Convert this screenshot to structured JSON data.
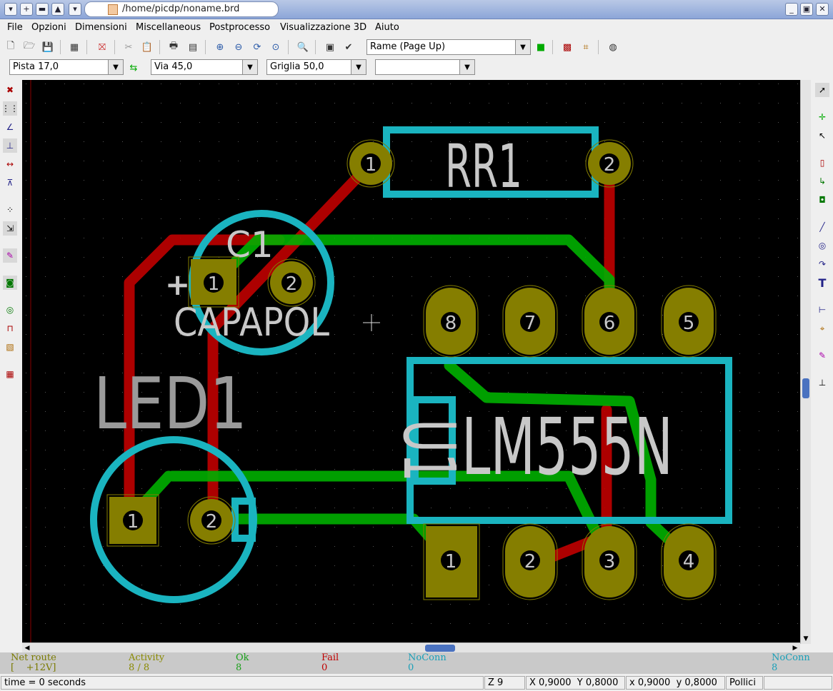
{
  "window": {
    "title": "/home/picdp/noname.brd"
  },
  "menu": [
    "File",
    "Opzioni",
    "Dimensioni",
    "Miscellaneous",
    "Postprocesso",
    "Visualizzazione 3D",
    "Aiuto"
  ],
  "toolbar": {
    "layer_select": "Rame (Page Up)"
  },
  "options_bar": {
    "track_width": "Pista 17,0",
    "via_size": "Via 45,0",
    "grid": "Griglia 50,0",
    "zoom": ""
  },
  "board": {
    "components": {
      "r1": {
        "ref": "RR1",
        "pad1": "1",
        "pad2": "2"
      },
      "c1": {
        "ref": "C1",
        "value": "CAPAPOL",
        "polarity": "+",
        "pad1": "1",
        "pad2": "2"
      },
      "led1": {
        "ref": "LED1",
        "pad1": "1",
        "pad2": "2"
      },
      "u1": {
        "ref": "U1",
        "value": "LM555N",
        "pins": [
          "1",
          "2",
          "3",
          "4",
          "5",
          "6",
          "7",
          "8"
        ]
      }
    }
  },
  "messages": {
    "net_route": {
      "label": "Net route",
      "value": "[    +12V]"
    },
    "activity": {
      "label": "Activity",
      "value": "8 / 8"
    },
    "ok": {
      "label": "Ok",
      "value": "8"
    },
    "fail": {
      "label": "Fail",
      "value": "0"
    },
    "noconn": {
      "label": "NoConn",
      "value": "0"
    },
    "noconn2": {
      "label": "NoConn",
      "value": "8"
    }
  },
  "colors": {
    "track_red": "#c00000",
    "track_green": "#00b000",
    "pad_olive": "#857e00",
    "silkscreen_cyan": "#1ab4c0",
    "silkscreen_gray": "#c8c8c8",
    "canvas_bg": "#000000"
  },
  "status": {
    "time": "time = 0 seconds",
    "zoom": "Z 9",
    "abs_coords": "X 0,9000  Y 0,8000",
    "rel_coords": "x 0,9000  y 0,8000",
    "units": "Pollici"
  }
}
